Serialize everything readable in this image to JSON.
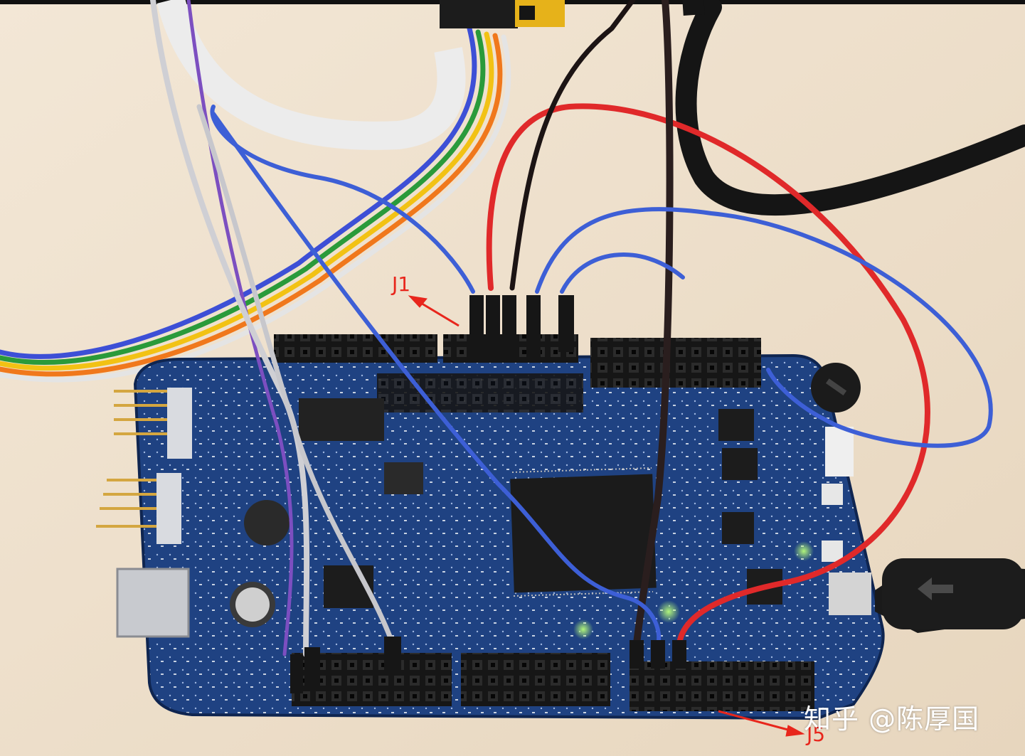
{
  "annotations": {
    "j1_label": "J1",
    "j5_label": "J5",
    "arrow_color": "#e8261c"
  },
  "watermark": {
    "text": "知乎 @陈厚国"
  },
  "palette": {
    "desk": "#efe2cf",
    "board": "#1d3d78",
    "header": "#1a1a1a",
    "wire_red": "#e0292a",
    "wire_blue": "#3d5fd6",
    "wire_black": "#1c1414",
    "wire_purple": "#7c4fc0",
    "wire_gray": "#cfcfd4"
  }
}
